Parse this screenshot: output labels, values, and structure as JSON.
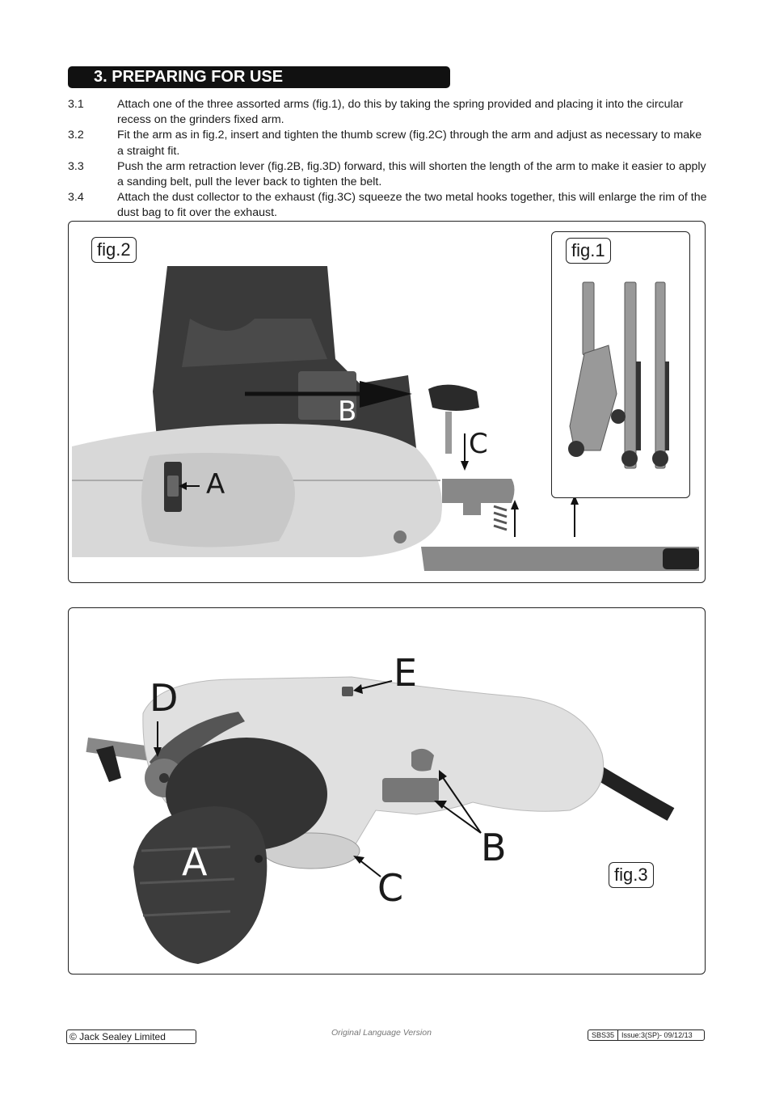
{
  "section": {
    "title": "3.  PREPARING FOR USE"
  },
  "steps": [
    {
      "num": "3.1",
      "text": "Attach one of the three assorted arms (fig.1), do this by taking the spring provided and placing it into the circular recess on the grinders fixed arm."
    },
    {
      "num": "3.2",
      "text": "Fit the arm as in fig.2, insert and tighten the thumb screw (fig.2C) through the arm and adjust as necessary to make a straight fit."
    },
    {
      "num": "3.3",
      "text": "Push the arm retraction lever (fig.2B, fig.3D) forward, this will shorten the length of the arm to make it easier to apply a sanding belt, pull the lever back to tighten the belt."
    },
    {
      "num": "3.4",
      "text": "Attach the dust collector to the exhaust (fig.3C) squeeze the two metal hooks together, this will enlarge the rim of the dust bag to fit over the exhaust."
    }
  ],
  "figures": {
    "fig2": {
      "label": "fig.2",
      "callouts": {
        "a": "A",
        "b": "B",
        "c": "C"
      }
    },
    "fig1": {
      "label": "fig.1"
    },
    "fig3": {
      "label": "fig.3",
      "callouts": {
        "a": "A",
        "b": "B",
        "c": "C",
        "d": "D",
        "e": "E"
      }
    }
  },
  "footer": {
    "copyright": "© Jack Sealey Limited",
    "version_note": "Original Language Version",
    "model": "SBS35",
    "issue": "Issue:3(SP)- 09/12/13"
  }
}
